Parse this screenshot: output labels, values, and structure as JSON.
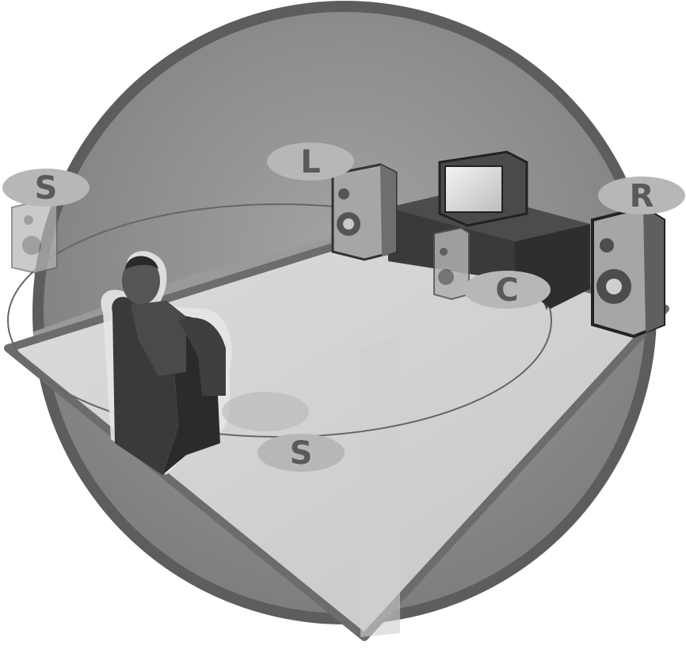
{
  "labels": {
    "left_front": "L",
    "right_front": "R",
    "center": "C",
    "surround_left": "S",
    "surround_rear": "S"
  },
  "colors": {
    "outer_ring": "#5d5d5d",
    "wall_fill": "#8e8e8e",
    "floor_fill": "#d5d5d5",
    "floor_edge": "#6c6c6c",
    "label_bubble": "#b7b7b7",
    "label_text": "#5a5a5a",
    "furniture_dark": "#3e3e3e",
    "speaker_body": "#a9a9a9",
    "tv_screen": "#e8e8e8"
  },
  "icons": [
    "listener-in-armchair-icon",
    "speaker-icon",
    "television-icon",
    "tv-stand-icon"
  ]
}
